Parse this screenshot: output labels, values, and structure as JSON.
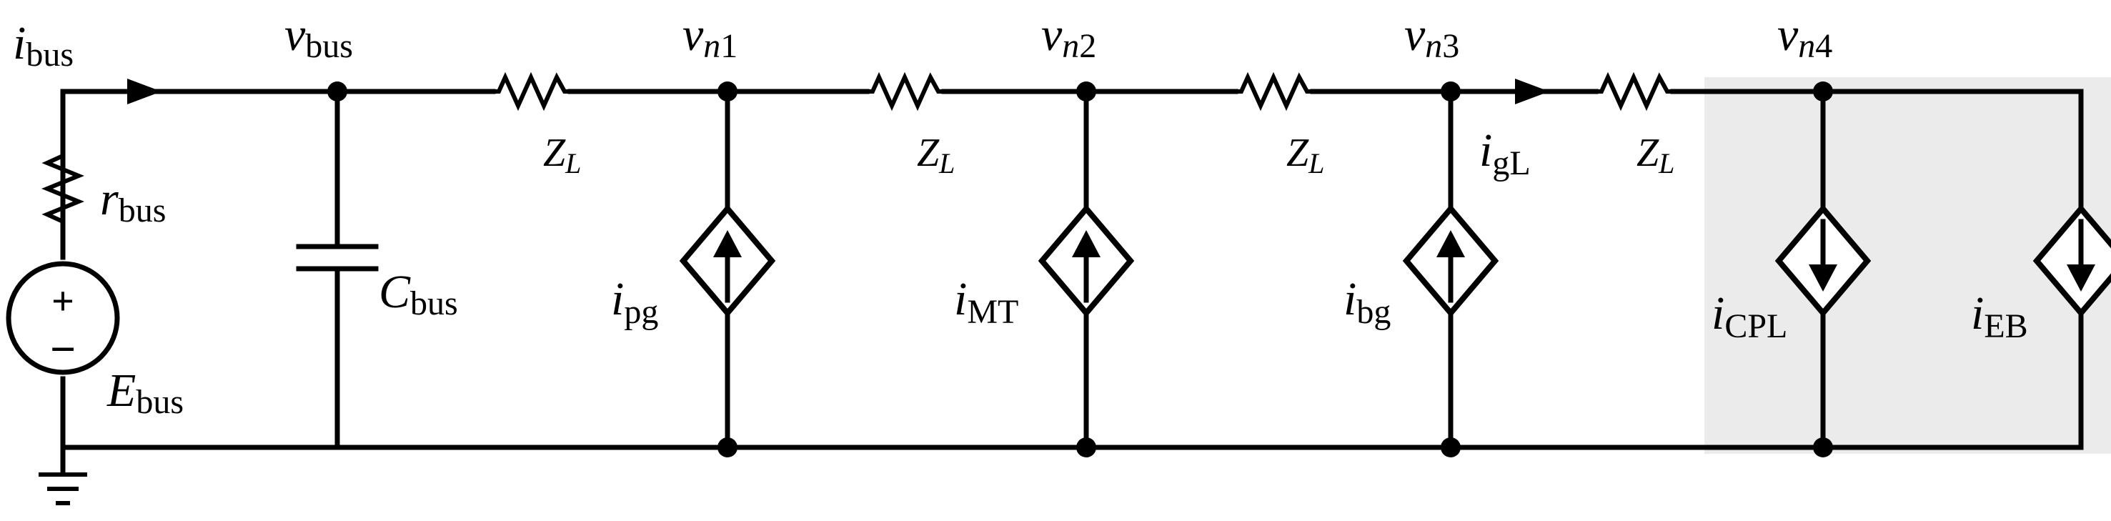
{
  "labels": {
    "i_bus": {
      "main": "i",
      "sub": "bus"
    },
    "v_bus": {
      "main": "v",
      "sub": "bus"
    },
    "v_n1": {
      "main": "v",
      "sub_it": "n",
      "sub": "1"
    },
    "v_n2": {
      "main": "v",
      "sub_it": "n",
      "sub": "2"
    },
    "v_n3": {
      "main": "v",
      "sub_it": "n",
      "sub": "3"
    },
    "v_n4": {
      "main": "v",
      "sub_it": "n",
      "sub": "4"
    },
    "z1": {
      "main": "Z",
      "sub": "L"
    },
    "z2": {
      "main": "Z",
      "sub": "L"
    },
    "z3": {
      "main": "Z",
      "sub": "L"
    },
    "z4": {
      "main": "Z",
      "sub": "L"
    },
    "r_bus": {
      "main": "r",
      "sub": "bus"
    },
    "c_bus": {
      "main": "C",
      "sub": "bus"
    },
    "e_bus": {
      "main": "E",
      "sub": "bus"
    },
    "i_pg": {
      "main": "i",
      "sub": "pg"
    },
    "i_mt": {
      "main": "i",
      "sub": "MT"
    },
    "i_bg": {
      "main": "i",
      "sub": "bg"
    },
    "i_gl": {
      "main": "i",
      "sub": "gL"
    },
    "i_cpl": {
      "main": "i",
      "sub": "CPL"
    },
    "i_eb": {
      "main": "i",
      "sub": "EB"
    }
  },
  "source_polarity": {
    "plus": "+",
    "minus": "−"
  },
  "colors": {
    "wire": "#000000",
    "highlight_region": "#ebebeb"
  },
  "icons": {
    "source": "voltage-source-icon",
    "ground": "ground-icon",
    "dep_source": "dependent-current-source-icon",
    "resistor": "resistor-icon",
    "capacitor": "capacitor-icon"
  }
}
